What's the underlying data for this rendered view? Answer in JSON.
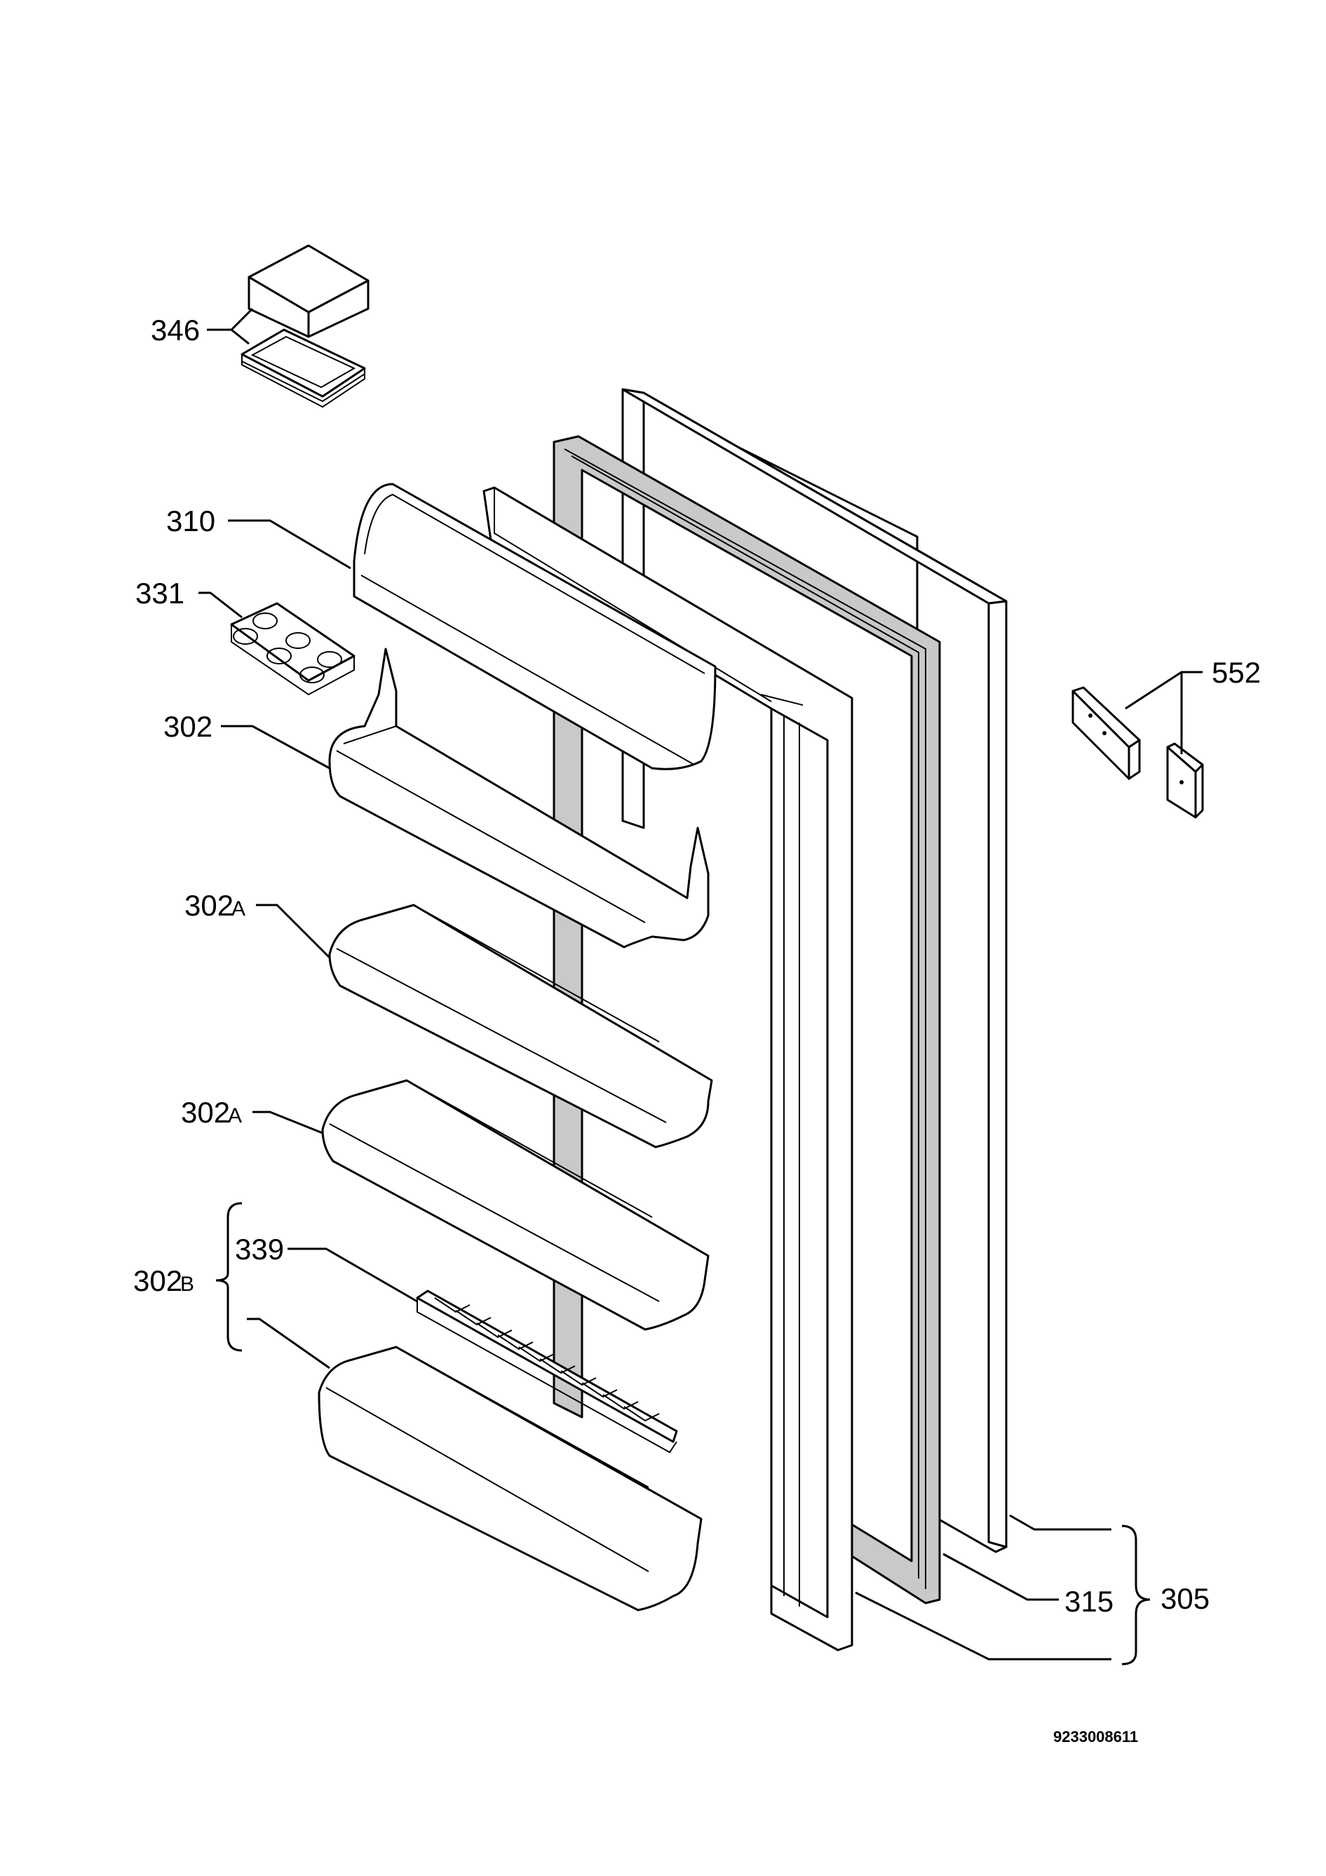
{
  "diagram": {
    "labels": {
      "l346": "346",
      "l310": "310",
      "l331": "331",
      "l302": "302",
      "l302a_1": "302",
      "l302a_2": "302",
      "l302a_suffix": "A",
      "l302b": "302",
      "l302b_suffix": "B",
      "l339": "339",
      "l552": "552",
      "l315": "315",
      "l305": "305"
    },
    "document_number": "9233008611"
  }
}
